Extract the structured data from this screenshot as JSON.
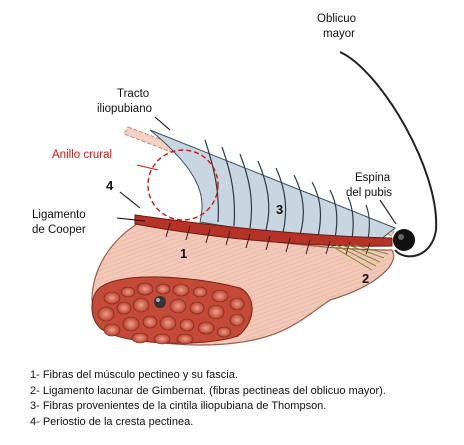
{
  "labels": {
    "oblicuo_mayor_1": "Oblicuo",
    "oblicuo_mayor_2": "mayor",
    "tracto_1": "Tracto",
    "tracto_2": "iliopubiano",
    "anillo": "Anillo crural",
    "espina_1": "Espina",
    "espina_2": "del pubis",
    "ligamento_1": "Ligamento",
    "ligamento_2": "de Cooper"
  },
  "numbers": {
    "n1": "1",
    "n2": "2",
    "n3": "3",
    "n4": "4"
  },
  "legend": [
    "1- Fibras del músculo pectineo y su fascia.",
    "2- Ligamento lacunar  de Gimbernat. (fibras pectineas del oblicuo mayor).",
    "3- Fibras provenientes de la cintila iliopubiana de Thompson.",
    "4- Periostio de la cresta pectinea."
  ],
  "colors": {
    "muscle": "#f2c9b8",
    "muscle_shade": "#e39e87",
    "bundle": "#c0432f",
    "tendon": "#c8d6e2",
    "ligament": "#b53326",
    "ring": "#d21414",
    "tract": "#f3d2c4"
  }
}
